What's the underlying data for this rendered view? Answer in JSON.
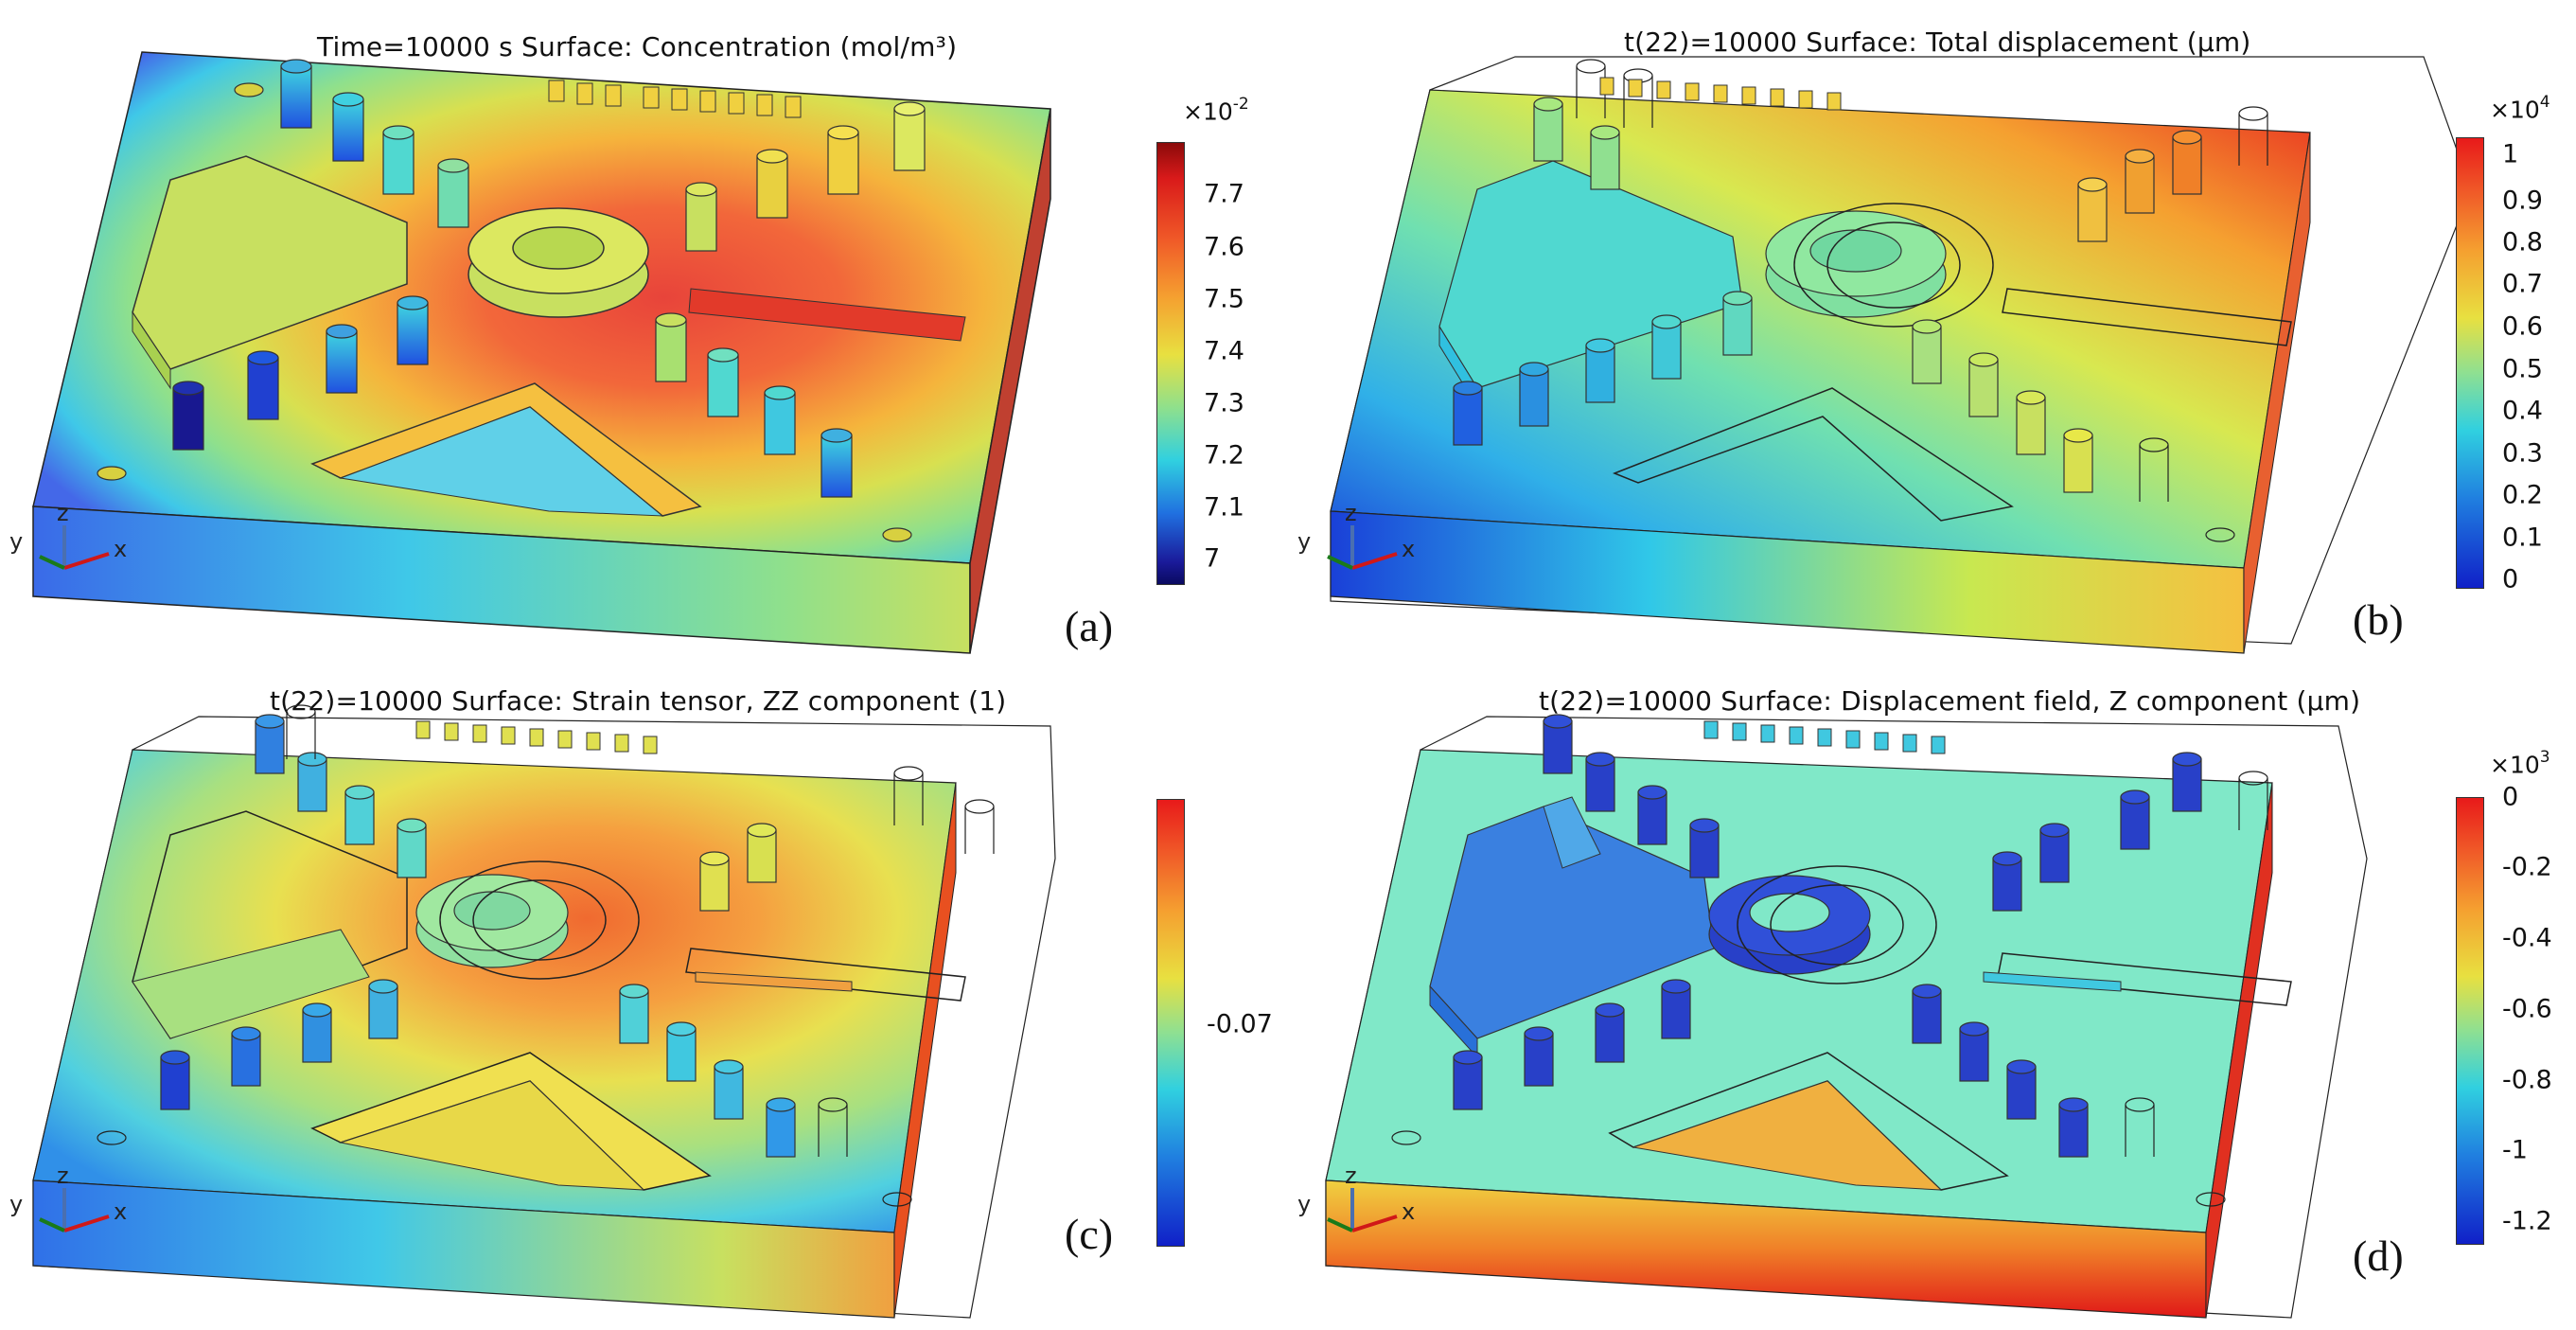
{
  "panels": [
    {
      "id": "a",
      "title": "Time=10000 s   Surface: Concentration (mol/m³)",
      "label": "(a)",
      "colorbar": {
        "multiplier_base": "×10",
        "multiplier_exp": "-2",
        "ticks": [
          "7.7",
          "7.6",
          "7.5",
          "7.4",
          "7.3",
          "7.2",
          "7.1",
          "7"
        ],
        "colormap": "rainbow-dark"
      }
    },
    {
      "id": "b",
      "title": "t(22)=10000   Surface: Total displacement (μm)",
      "label": "(b)",
      "colorbar": {
        "multiplier_base": "×10",
        "multiplier_exp": "4",
        "ticks": [
          "1",
          "0.9",
          "0.8",
          "0.7",
          "0.6",
          "0.5",
          "0.4",
          "0.3",
          "0.2",
          "0.1",
          "0"
        ],
        "colormap": "rainbow"
      }
    },
    {
      "id": "c",
      "title": "t(22)=10000   Surface: Strain tensor, ZZ component (1)",
      "label": "(c)",
      "colorbar": {
        "multiplier_base": "",
        "multiplier_exp": "",
        "ticks": [
          "-0.07"
        ],
        "colormap": "rainbow"
      }
    },
    {
      "id": "d",
      "title": "t(22)=10000   Surface: Displacement field, Z component (μm)",
      "label": "(d)",
      "colorbar": {
        "multiplier_base": "×10",
        "multiplier_exp": "3",
        "ticks": [
          "0",
          "-0.2",
          "-0.4",
          "-0.6",
          "-0.8",
          "-1",
          "-1.2"
        ],
        "colormap": "rainbow"
      }
    }
  ],
  "axes_labels": {
    "x": "x",
    "y": "y",
    "z": "z"
  },
  "colors": {
    "red": "#d7191c",
    "orange": "#f28c28",
    "yellow": "#e6e63c",
    "green": "#9be07a",
    "cyan": "#3fd6e0",
    "blue": "#1f5fe0",
    "darkblue": "#14148c"
  }
}
